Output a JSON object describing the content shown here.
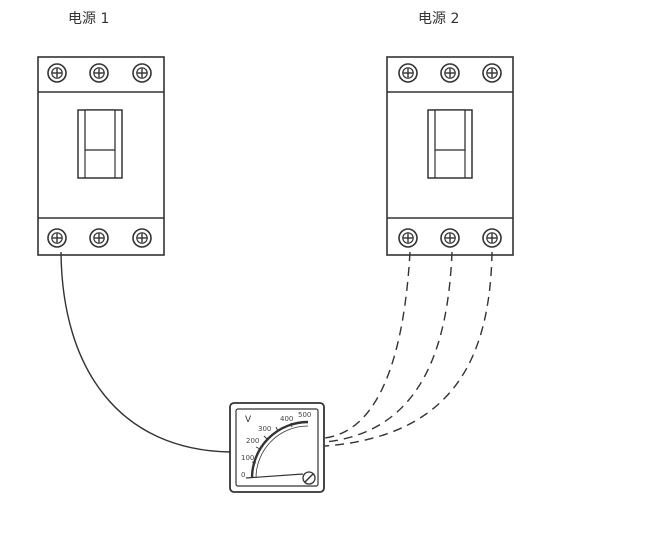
{
  "breakers": [
    {
      "label": "电源  1"
    },
    {
      "label": "电源  2"
    }
  ],
  "meter": {
    "unit": "V",
    "scale_labels": [
      "0",
      "100",
      "200",
      "300",
      "400",
      "500"
    ]
  },
  "colors": {
    "stroke": "#333333",
    "background": "#ffffff"
  }
}
